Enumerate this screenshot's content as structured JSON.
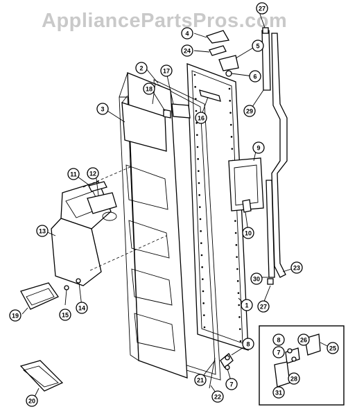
{
  "watermark": "AppliancePartsPros.com",
  "callouts": [
    "1",
    "2",
    "3",
    "4",
    "5",
    "6",
    "7",
    "8",
    "9",
    "10",
    "11",
    "12",
    "13",
    "14",
    "15",
    "16",
    "17",
    "18",
    "19",
    "20",
    "21",
    "22",
    "23",
    "24",
    "25",
    "26",
    "27",
    "28",
    "29",
    "30",
    "31"
  ]
}
